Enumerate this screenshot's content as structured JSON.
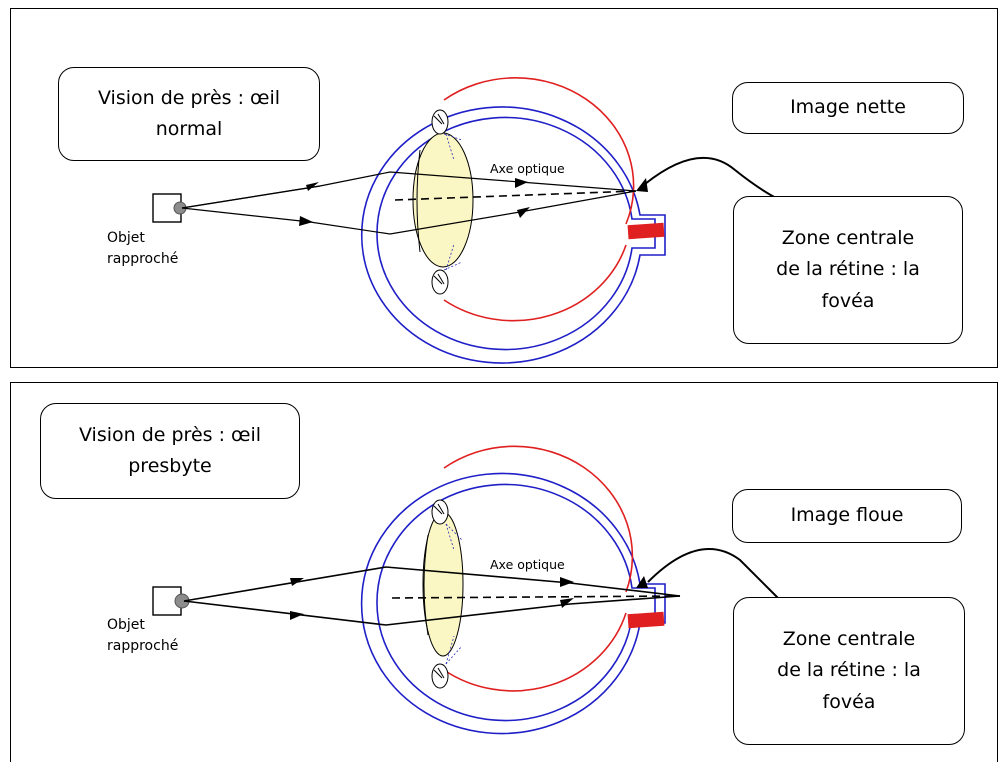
{
  "panels": [
    {
      "title_line1": "Vision de près : œil",
      "title_line2": "normal",
      "image_label": "Image nette",
      "fovea_line1": "Zone centrale",
      "fovea_line2": "de la rétine : la",
      "fovea_line3": "fovéa",
      "object_line1": "Objet",
      "object_line2": "rapproché",
      "axis_label": "Axe optique"
    },
    {
      "title_line1": "Vision de près : œil",
      "title_line2": "presbyte",
      "image_label": "Image floue",
      "fovea_line1": "Zone centrale",
      "fovea_line2": "de la rétine : la",
      "fovea_line3": "fovéa",
      "object_line1": "Objet",
      "object_line2": "rapproché",
      "axis_label": "Axe optique"
    }
  ],
  "colors": {
    "sclera": "#1f1fc8",
    "retina": "#e02020",
    "lens": "#fbf7c4",
    "object": "#8c8c8c"
  }
}
